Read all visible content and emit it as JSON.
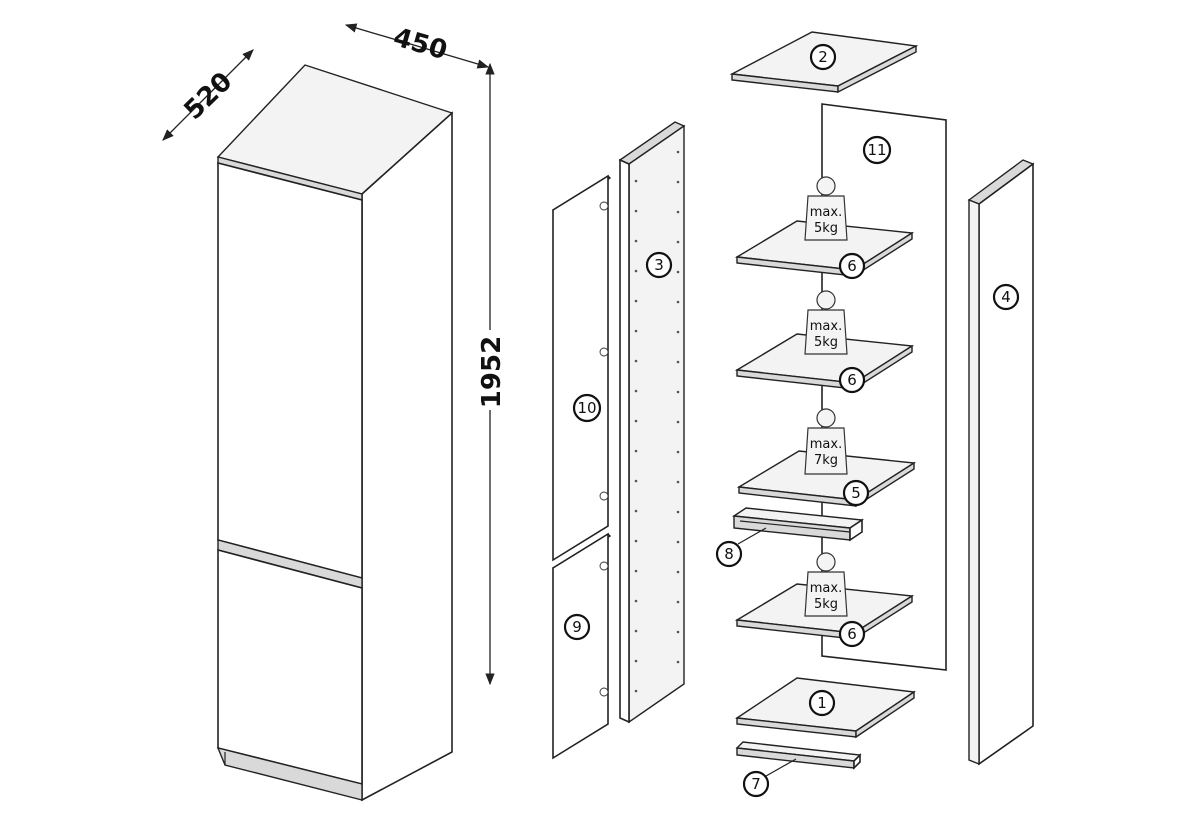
{
  "dimensions": {
    "width": "450",
    "depth": "520",
    "height": "1952"
  },
  "parts": {
    "p1": "1",
    "p2": "2",
    "p3": "3",
    "p4": "4",
    "p5": "5",
    "p6a": "6",
    "p6b": "6",
    "p6c": "6",
    "p7": "7",
    "p8": "8",
    "p9": "9",
    "p10": "10",
    "p11": "11"
  },
  "weights": {
    "w1": {
      "line1": "max.",
      "line2": "5kg"
    },
    "w2": {
      "line1": "max.",
      "line2": "5kg"
    },
    "w3": {
      "line1": "max.",
      "line2": "7kg"
    },
    "w4": {
      "line1": "max.",
      "line2": "5kg"
    }
  }
}
